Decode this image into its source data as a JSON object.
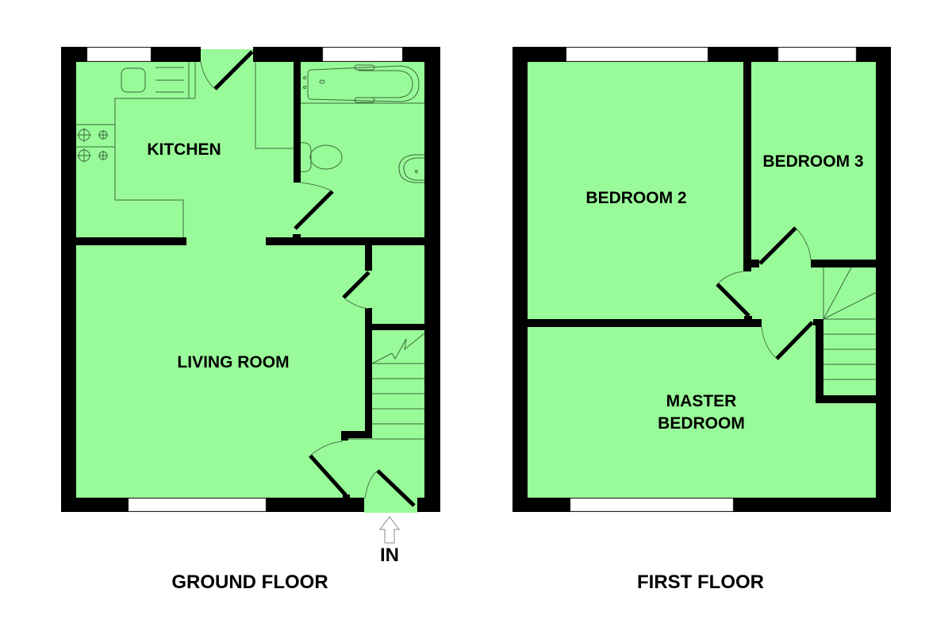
{
  "colors": {
    "room_fill": "#99fa99",
    "wall": "#000000",
    "window": "#ffffff",
    "fixture_line": "#3c6b3c"
  },
  "ground_floor": {
    "title": "GROUND FLOOR",
    "entrance_label": "IN",
    "rooms": [
      {
        "id": "kitchen",
        "label": "KITCHEN"
      },
      {
        "id": "bathroom",
        "label": ""
      },
      {
        "id": "living-room",
        "label": "LIVING ROOM"
      },
      {
        "id": "store",
        "label": ""
      },
      {
        "id": "hall",
        "label": ""
      }
    ],
    "fixtures": [
      "sink",
      "hob",
      "bath",
      "toilet",
      "basin",
      "stairs"
    ]
  },
  "first_floor": {
    "title": "FIRST FLOOR",
    "rooms": [
      {
        "id": "bedroom-2",
        "label": "BEDROOM 2"
      },
      {
        "id": "bedroom-3",
        "label": "BEDROOM 3"
      },
      {
        "id": "master-bedroom",
        "label_line1": "MASTER",
        "label_line2": "BEDROOM"
      },
      {
        "id": "landing",
        "label": ""
      }
    ],
    "fixtures": [
      "stairs"
    ]
  }
}
